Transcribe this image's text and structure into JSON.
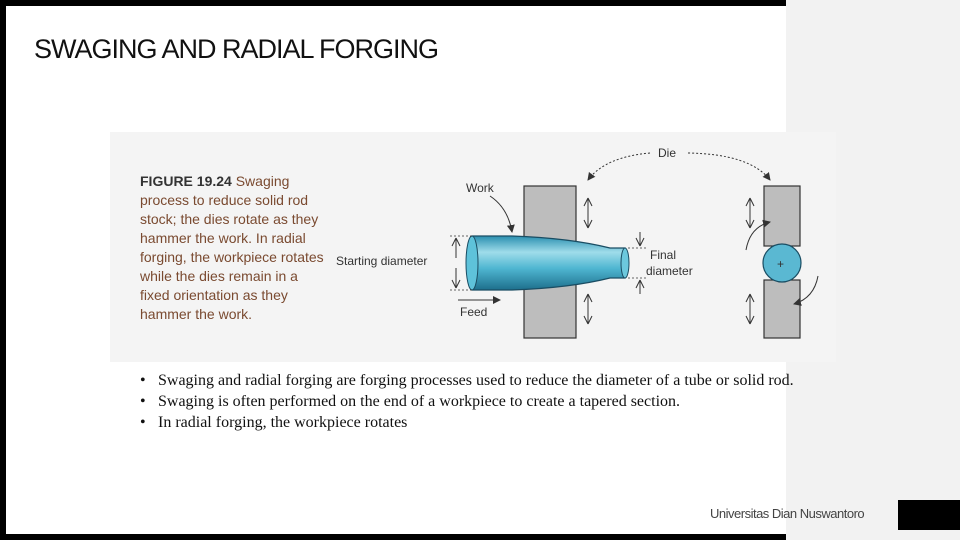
{
  "slide": {
    "title": "SWAGING AND RADIAL FORGING",
    "footer": "Universitas Dian Nuswantoro"
  },
  "figure": {
    "number": "FIGURE 19.24",
    "caption": "Swaging process to reduce solid rod stock; the dies rotate as they hammer the work. In radial forging, the workpiece rotates while the dies remain in a fixed orientation as they hammer the work.",
    "labels": {
      "die": "Die",
      "work": "Work",
      "starting_diameter": "Starting diameter",
      "final": "Final",
      "diameter": "diameter",
      "feed": "Feed"
    }
  },
  "bullets": [
    "Swaging and radial forging are forging processes used to reduce the diameter of a tube or solid rod.",
    "Swaging is often performed on the end of a workpiece to create a tapered section.",
    "In radial forging, the workpiece rotates"
  ]
}
